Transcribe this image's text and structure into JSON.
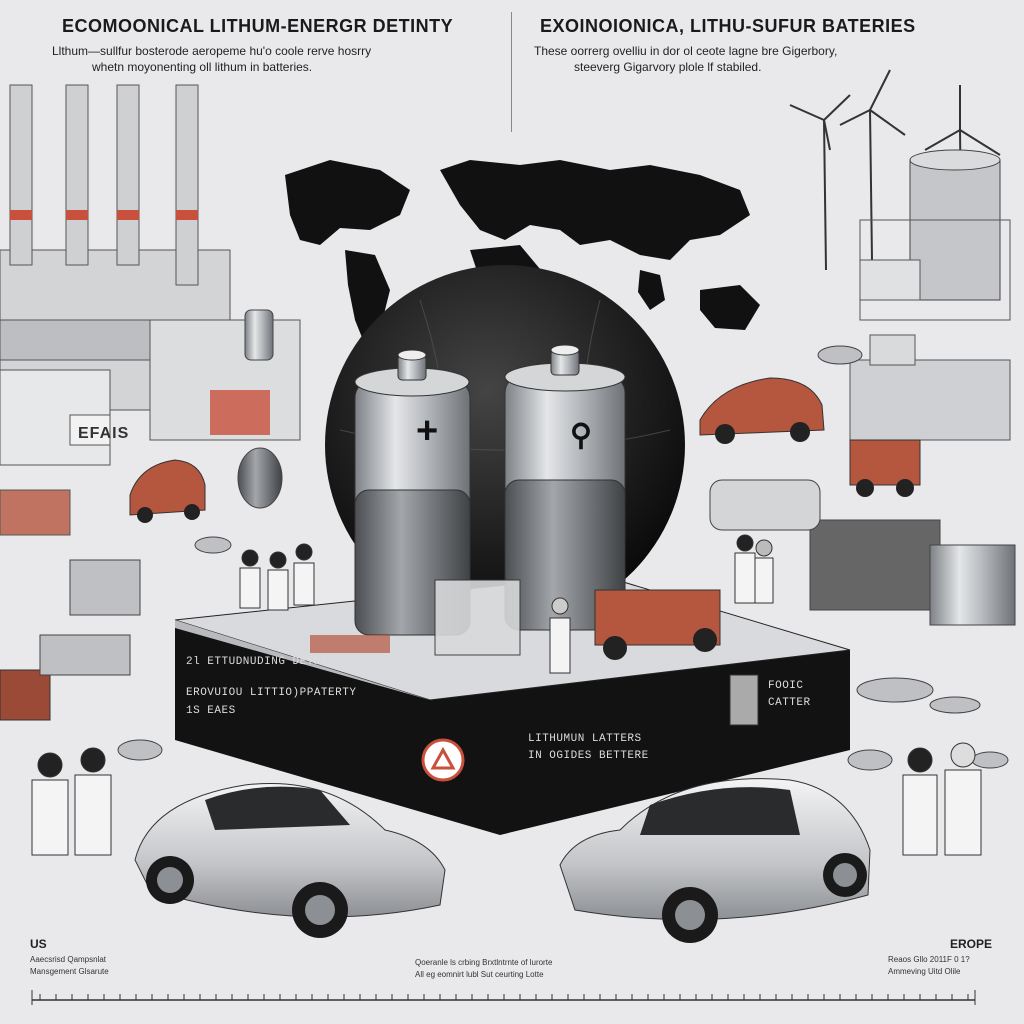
{
  "header": {
    "left_title": "ECOMOONICAL LITHUM-ENERGR DETINTY",
    "left_subtitle": [
      "Llthum—sullfur bosterode aeropeme hu'o coole rerve hosrry",
      "whetn moyonenting oll lithum in batteries."
    ],
    "right_title": "EXOINOIONICA, LITHU-SUFUR BATERIES",
    "right_subtitle": [
      "These oorrerg ovelliu in dor ol ceote lagne bre Gigerbory,",
      "steeverg Gigarvory plole lf stabiled."
    ]
  },
  "factory_sign": "EFAIS",
  "batteries": {
    "left_symbol": "+",
    "right_symbol": "⚲"
  },
  "platform": {
    "left_lines": [
      "2l  ETTUDNUDING DETRY",
      "    EROVUIOU LITTIO)PPATERTY",
      "1S  EAES"
    ],
    "center_lines": [
      "LITHUMUN LATTERS",
      "IN OGIDES BETTERE"
    ],
    "right_lines": [
      "FOOIC",
      "CATTER"
    ]
  },
  "footer": {
    "left_label": "US",
    "left_small": [
      "Aaecsrisd Qampsnlat",
      "Mansgement Glsarute"
    ],
    "center_small": [
      "Qoeranle ls crbing Brxtlntrnte of lurorte",
      "All eg eomnirt lubl Sut ceurting Lotte"
    ],
    "right_label": "EROPE",
    "right_small": [
      "Reaos Gllo  2011F 0 1?",
      "Ammeving Uitd Olile"
    ]
  },
  "colors": {
    "background": "#e9e9ec",
    "accent_red": "#c8503c",
    "car_copper": "#b5563e",
    "platform_dark": "#121212",
    "battery_silver": "#b9bcc0"
  },
  "icons": [
    "smokestack-icon",
    "wind-turbine-icon",
    "world-map-icon",
    "battery-icon",
    "car-icon",
    "forklift-icon",
    "scientist-icon",
    "recycle-logo-icon"
  ]
}
